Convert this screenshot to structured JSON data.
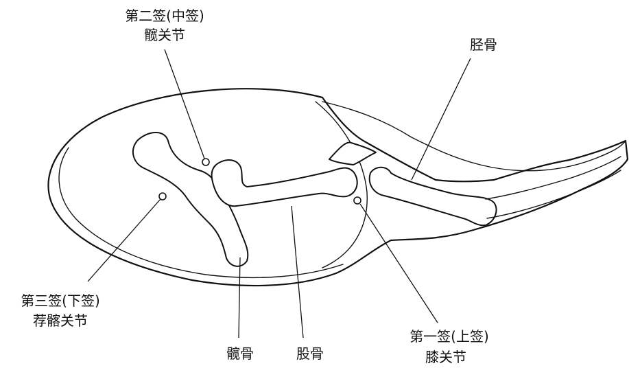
{
  "labels": {
    "second_probe_line1": "第二签(中签)",
    "second_probe_line2": "髋关节",
    "tibia": "胫骨",
    "third_probe_line1": "第三签(下签)",
    "third_probe_line2": "荐髂关节",
    "ilium": "髋骨",
    "femur": "股骨",
    "first_probe_line1": "第一签(上签)",
    "first_probe_line2": "膝关节"
  }
}
